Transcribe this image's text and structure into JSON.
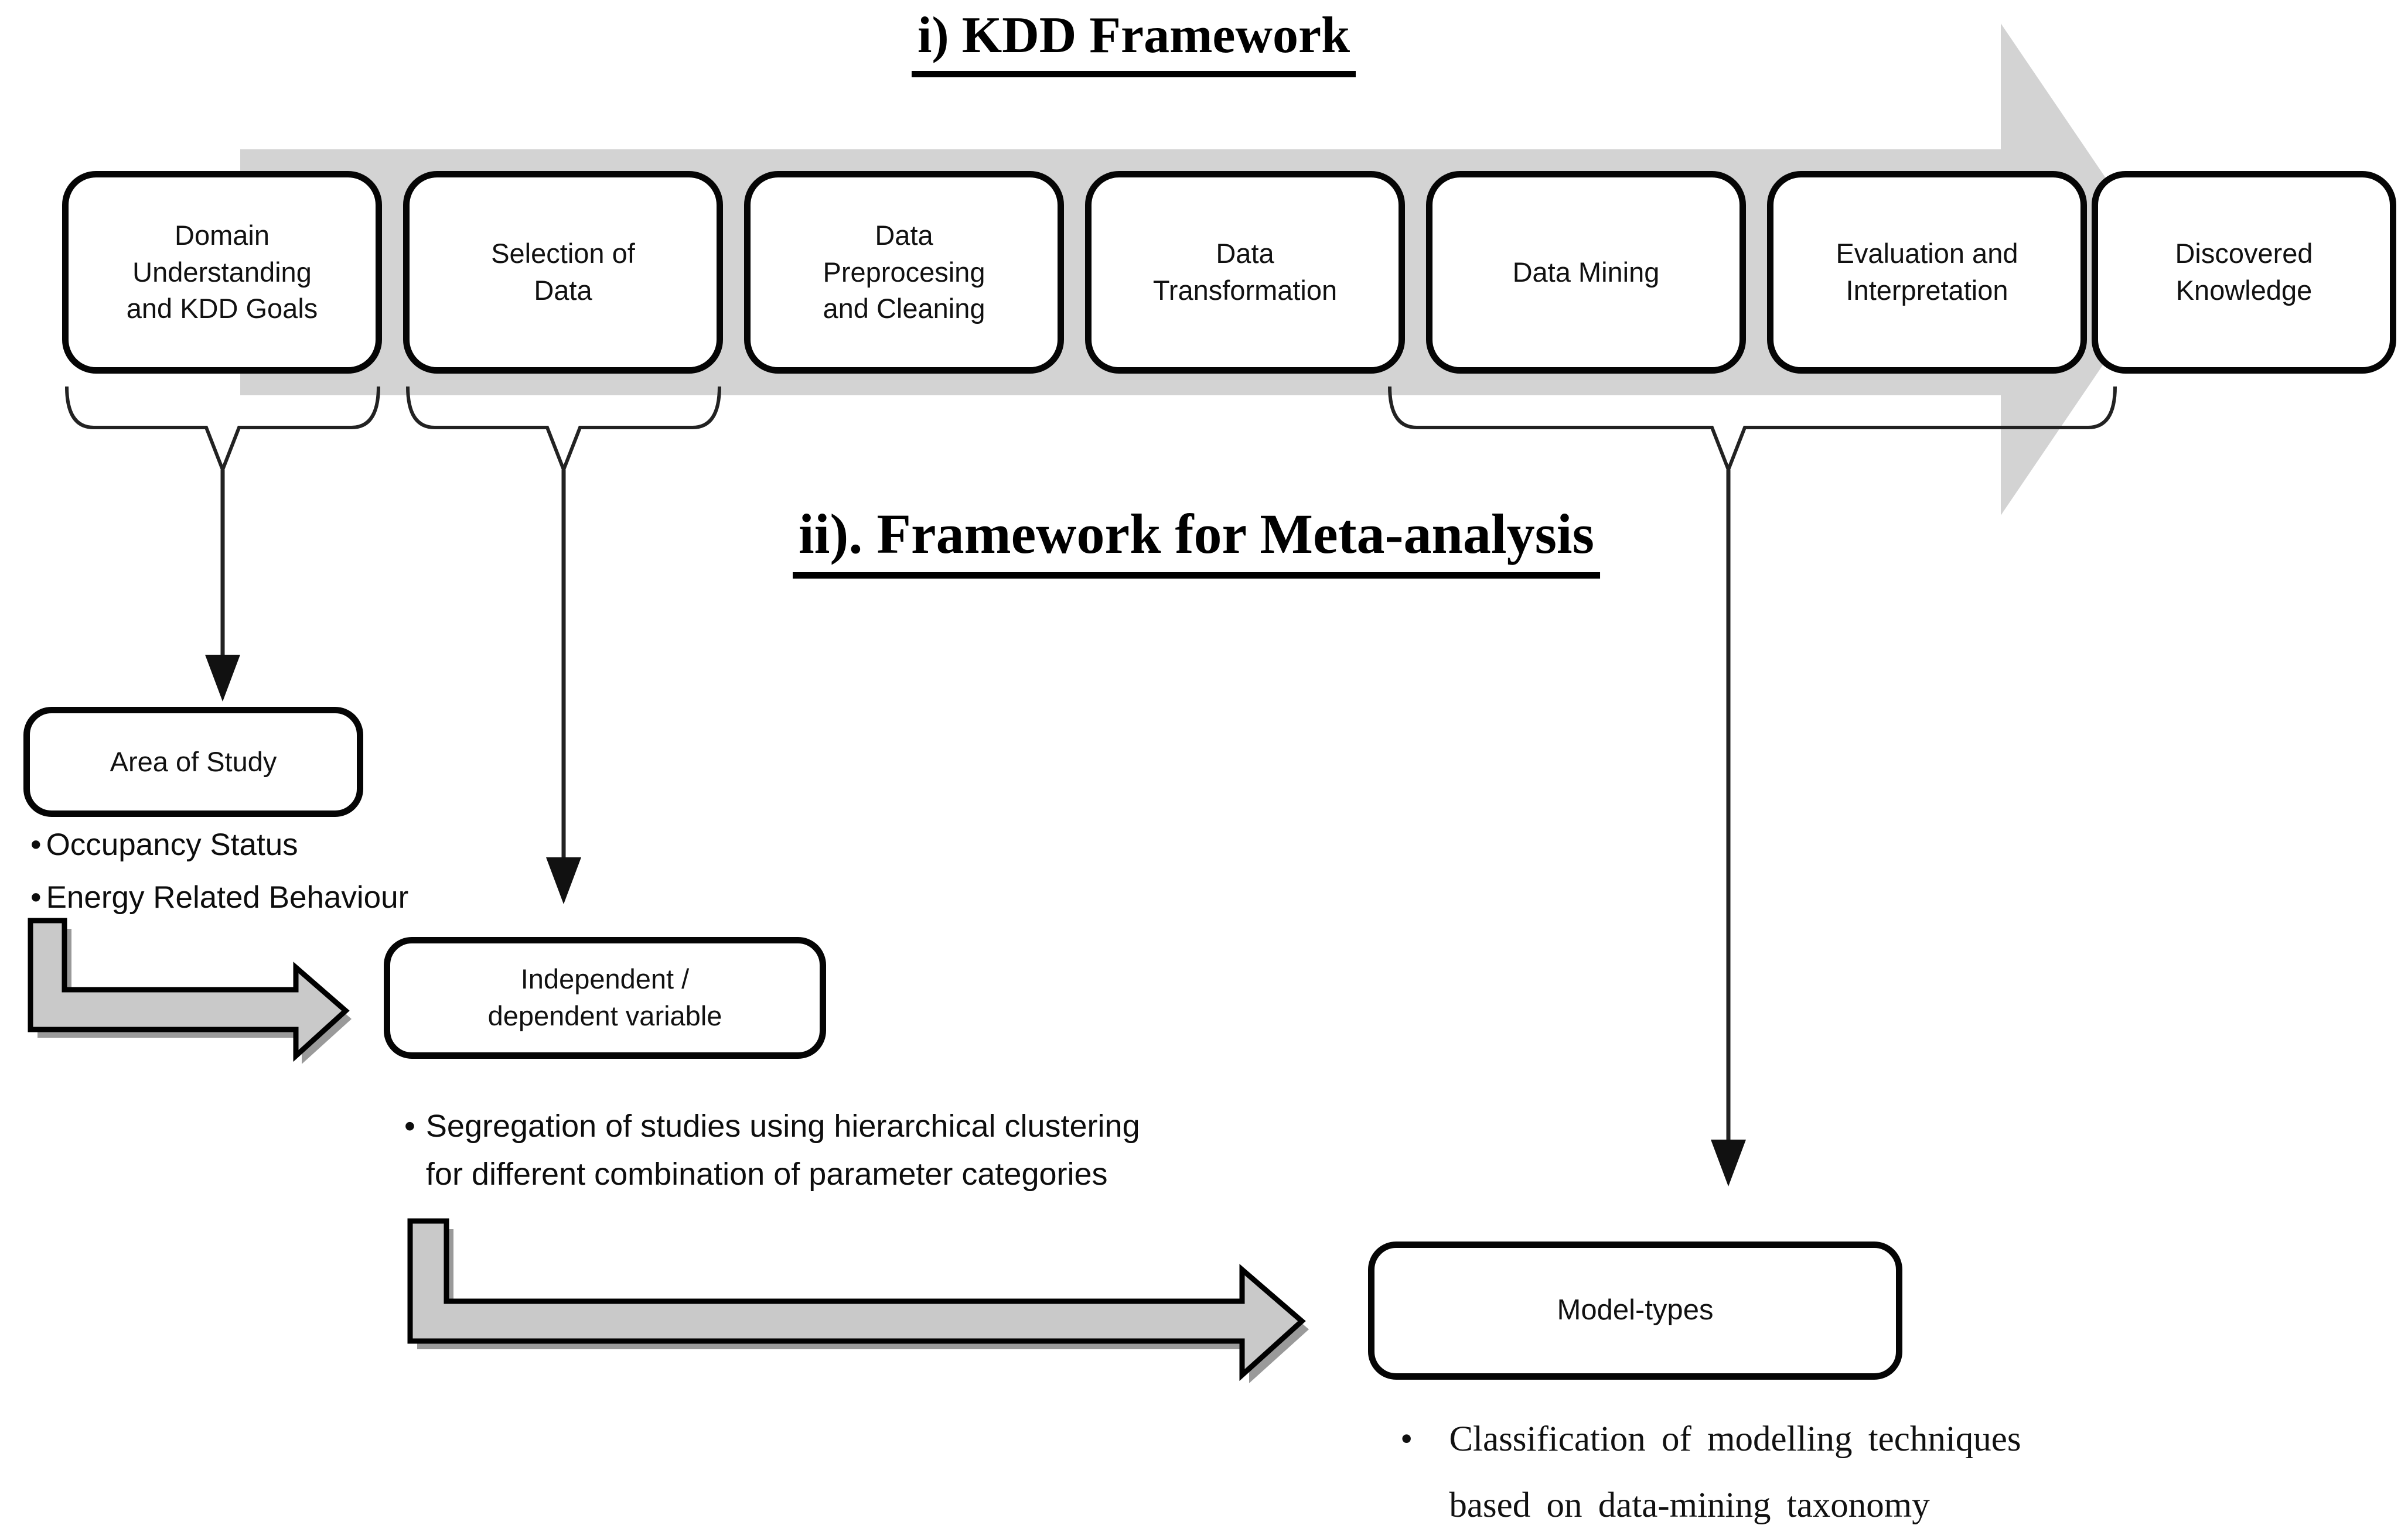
{
  "titles": {
    "kdd": "i) KDD Framework",
    "meta": "ii). Framework for Meta-analysis"
  },
  "kdd_steps": [
    "Domain\nUnderstanding\nand KDD Goals",
    "Selection of\nData",
    "Data\nPreprocesing\nand Cleaning",
    "Data\nTransformation",
    "Data Mining",
    "Evaluation and\nInterpretation",
    "Discovered\nKnowledge"
  ],
  "meta": {
    "area_box": "Area of Study",
    "bullet_char": "•",
    "area_bullets": [
      "Occupancy Status",
      "Energy Related Behaviour"
    ],
    "independent_box": "Independent /\ndependent variable",
    "independent_bullet": "Segregation of studies using hierarchical clustering\nfor different combination of parameter categories",
    "model_box": "Model-types",
    "model_bullet": "Classification of modelling techniques\nbased on data-mining taxonomy"
  },
  "colors": {
    "arrow_gray": "#d3d3d3",
    "elbow_fill": "#c9c9c9",
    "elbow_shadow": "#9a9a9a",
    "line": "#222222"
  }
}
